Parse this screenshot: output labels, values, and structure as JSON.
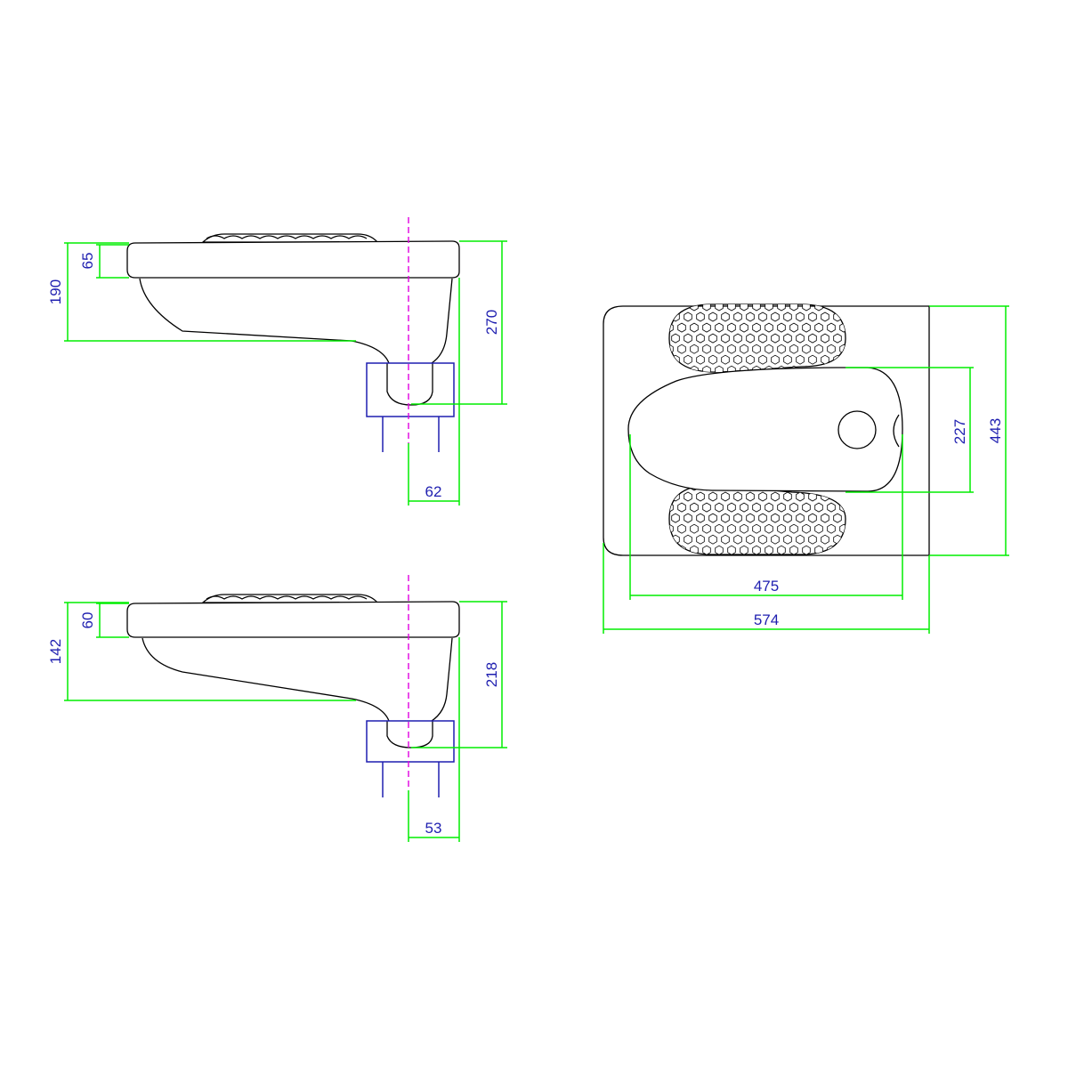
{
  "views": {
    "side_top": {
      "dims": {
        "slab_thickness": "65",
        "bowl_height": "190",
        "total_height": "270",
        "outlet_offset": "62"
      }
    },
    "side_bottom": {
      "dims": {
        "slab_thickness": "60",
        "bowl_height": "142",
        "total_height": "218",
        "outlet_offset": "53"
      }
    },
    "plan": {
      "dims": {
        "pan_width": "227",
        "total_width": "443",
        "pan_length": "475",
        "total_length": "574"
      }
    }
  },
  "colors": {
    "outline": "#000000",
    "dimension_lines": "#00ee00",
    "dimension_text": "#1f1fb0",
    "pipe": "#1f1fb0",
    "center_axis": "#e000e0"
  }
}
